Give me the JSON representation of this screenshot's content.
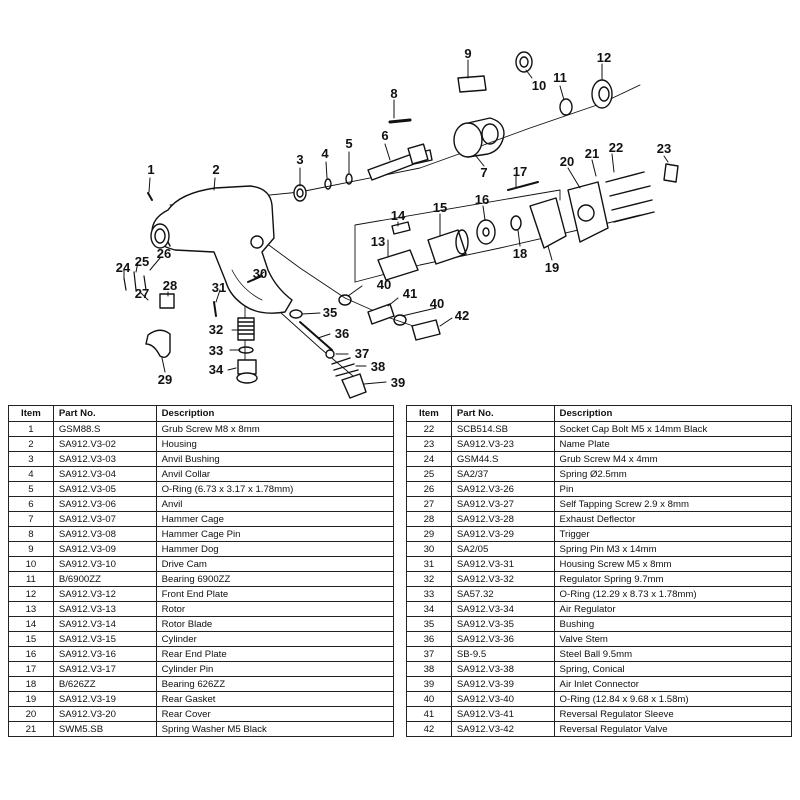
{
  "headers": {
    "item": "Item",
    "part": "Part No.",
    "desc": "Description"
  },
  "labels": [
    "1",
    "2",
    "3",
    "4",
    "5",
    "6",
    "7",
    "8",
    "9",
    "10",
    "11",
    "12",
    "13",
    "14",
    "15",
    "16",
    "17",
    "18",
    "19",
    "20",
    "21",
    "22",
    "23",
    "24",
    "25",
    "26",
    "27",
    "28",
    "29",
    "30",
    "31",
    "32",
    "33",
    "34",
    "35",
    "36",
    "37",
    "38",
    "39",
    "40",
    "41",
    "40",
    "42"
  ],
  "parts_left": [
    {
      "item": "1",
      "part": "GSM88.S",
      "desc": "Grub Screw M8 x 8mm"
    },
    {
      "item": "2",
      "part": "SA912.V3-02",
      "desc": "Housing"
    },
    {
      "item": "3",
      "part": "SA912.V3-03",
      "desc": "Anvil Bushing"
    },
    {
      "item": "4",
      "part": "SA912.V3-04",
      "desc": "Anvil Collar"
    },
    {
      "item": "5",
      "part": "SA912.V3-05",
      "desc": "O-Ring (6.73 x 3.17 x 1.78mm)"
    },
    {
      "item": "6",
      "part": "SA912.V3-06",
      "desc": "Anvil"
    },
    {
      "item": "7",
      "part": "SA912.V3-07",
      "desc": "Hammer Cage"
    },
    {
      "item": "8",
      "part": "SA912.V3-08",
      "desc": "Hammer Cage Pin"
    },
    {
      "item": "9",
      "part": "SA912.V3-09",
      "desc": "Hammer Dog"
    },
    {
      "item": "10",
      "part": "SA912.V3-10",
      "desc": "Drive Cam"
    },
    {
      "item": "11",
      "part": "B/6900ZZ",
      "desc": "Bearing 6900ZZ"
    },
    {
      "item": "12",
      "part": "SA912.V3-12",
      "desc": "Front End Plate"
    },
    {
      "item": "13",
      "part": "SA912.V3-13",
      "desc": "Rotor"
    },
    {
      "item": "14",
      "part": "SA912.V3-14",
      "desc": "Rotor Blade"
    },
    {
      "item": "15",
      "part": "SA912.V3-15",
      "desc": "Cylinder"
    },
    {
      "item": "16",
      "part": "SA912.V3-16",
      "desc": "Rear End Plate"
    },
    {
      "item": "17",
      "part": "SA912.V3-17",
      "desc": "Cylinder Pin"
    },
    {
      "item": "18",
      "part": "B/626ZZ",
      "desc": "Bearing 626ZZ"
    },
    {
      "item": "19",
      "part": "SA912.V3-19",
      "desc": "Rear Gasket"
    },
    {
      "item": "20",
      "part": "SA912.V3-20",
      "desc": "Rear Cover"
    },
    {
      "item": "21",
      "part": "SWM5.SB",
      "desc": "Spring Washer M5 Black"
    }
  ],
  "parts_right": [
    {
      "item": "22",
      "part": "SCB514.SB",
      "desc": "Socket Cap Bolt M5 x 14mm Black"
    },
    {
      "item": "23",
      "part": "SA912.V3-23",
      "desc": "Name Plate"
    },
    {
      "item": "24",
      "part": "GSM44.S",
      "desc": "Grub Screw M4 x 4mm"
    },
    {
      "item": "25",
      "part": "SA2/37",
      "desc": "Spring Ø2.5mm"
    },
    {
      "item": "26",
      "part": "SA912.V3-26",
      "desc": "Pin"
    },
    {
      "item": "27",
      "part": "SA912.V3-27",
      "desc": "Self Tapping Screw 2.9 x 8mm"
    },
    {
      "item": "28",
      "part": "SA912.V3-28",
      "desc": "Exhaust Deflector"
    },
    {
      "item": "29",
      "part": "SA912.V3-29",
      "desc": "Trigger"
    },
    {
      "item": "30",
      "part": "SA2/05",
      "desc": "Spring Pin M3 x 14mm"
    },
    {
      "item": "31",
      "part": "SA912.V3-31",
      "desc": "Housing Screw M5 x 8mm"
    },
    {
      "item": "32",
      "part": "SA912.V3-32",
      "desc": "Regulator Spring 9.7mm"
    },
    {
      "item": "33",
      "part": "SA57.32",
      "desc": "O-Ring (12.29 x 8.73 x 1.78mm)"
    },
    {
      "item": "34",
      "part": "SA912.V3-34",
      "desc": "Air Regulator"
    },
    {
      "item": "35",
      "part": "SA912.V3-35",
      "desc": "Bushing"
    },
    {
      "item": "36",
      "part": "SA912.V3-36",
      "desc": "Valve Stem"
    },
    {
      "item": "37",
      "part": "SB-9.5",
      "desc": "Steel Ball 9.5mm"
    },
    {
      "item": "38",
      "part": "SA912.V3-38",
      "desc": "Spring, Conical"
    },
    {
      "item": "39",
      "part": "SA912.V3-39",
      "desc": "Air Inlet Connector"
    },
    {
      "item": "40",
      "part": "SA912.V3-40",
      "desc": "O-Ring (12.84 x 9.68 x 1.58m)"
    },
    {
      "item": "41",
      "part": "SA912.V3-41",
      "desc": "Reversal Regulator Sleeve"
    },
    {
      "item": "42",
      "part": "SA912.V3-42",
      "desc": "Reversal Regulator Valve"
    }
  ]
}
